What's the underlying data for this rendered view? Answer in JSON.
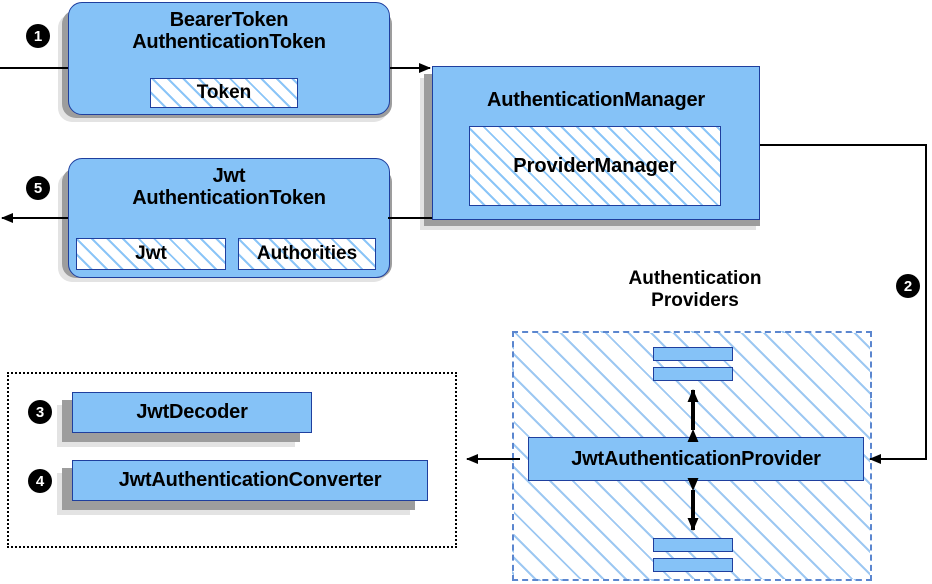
{
  "diagram": {
    "title_text": "",
    "colors": {
      "node_fill": "#85c2f7",
      "node_border": "#1f3f9e",
      "shadow_dark": "#9d9d9d",
      "shadow_light": "#e3e3e3",
      "dashed_group_border": "#5b86cf",
      "dotted_group_border": "#000000",
      "wire": "#000000",
      "badge_fill": "#000000",
      "badge_text": "#ffffff"
    },
    "nodes": {
      "bearer_token": {
        "title_line1": "BearerToken",
        "title_line2": "AuthenticationToken",
        "slot_label": "Token"
      },
      "authentication_manager": {
        "title": "AuthenticationManager",
        "slot_label": "ProviderManager"
      },
      "jwt_authentication_token": {
        "title_line1": "Jwt",
        "title_line2": "AuthenticationToken",
        "slot_label_left": "Jwt",
        "slot_label_right": "Authorities"
      },
      "jwt_authentication_provider": {
        "title": "JwtAuthenticationProvider"
      },
      "jwt_decoder": {
        "title": "JwtDecoder"
      },
      "jwt_authentication_converter": {
        "title": "JwtAuthenticationConverter"
      }
    },
    "groups": {
      "authentication_providers": {
        "label_line1": "Authentication",
        "label_line2": "Providers"
      },
      "support_beans": {
        "label": ""
      }
    },
    "badges": [
      {
        "id": "step-1",
        "number": "❶",
        "glyph": "1",
        "target": "bearer-token-node"
      },
      {
        "id": "step-5",
        "number": "❺",
        "glyph": "5",
        "target": "jwt-authentication-token-node"
      },
      {
        "id": "step-2",
        "number": "❷",
        "glyph": "2",
        "target": "authentication-providers-group"
      },
      {
        "id": "step-3",
        "number": "❸",
        "glyph": "3",
        "target": "jwt-decoder-node"
      },
      {
        "id": "step-4",
        "number": "❹",
        "glyph": "4",
        "target": "jwt-authentication-converter-node"
      }
    ],
    "connectors": [
      {
        "id": "request-in",
        "from": "left-edge",
        "to": "bearer-token-node",
        "arrow": "none"
      },
      {
        "id": "bearer-to-manager",
        "from": "bearer-token-node",
        "to": "authentication-manager-node",
        "arrow": "right"
      },
      {
        "id": "manager-to-providers",
        "from": "authentication-manager-node",
        "to": "jwt-authentication-provider-node",
        "arrow": "left"
      },
      {
        "id": "provider-to-support",
        "from": "jwt-authentication-provider-node",
        "to": "support-beans-group",
        "arrow": "left"
      },
      {
        "id": "manager-to-jwt-token",
        "from": "authentication-manager-node",
        "to": "jwt-authentication-token-node",
        "arrow": "none"
      },
      {
        "id": "response-out",
        "from": "jwt-authentication-token-node",
        "to": "left-edge",
        "arrow": "left"
      },
      {
        "id": "provider-up-bidir",
        "from": "jwt-authentication-provider-node",
        "to": "provider-stub-top",
        "arrow": "both"
      },
      {
        "id": "provider-down-bidir",
        "from": "jwt-authentication-provider-node",
        "to": "provider-stub-bottom",
        "arrow": "both"
      }
    ]
  }
}
